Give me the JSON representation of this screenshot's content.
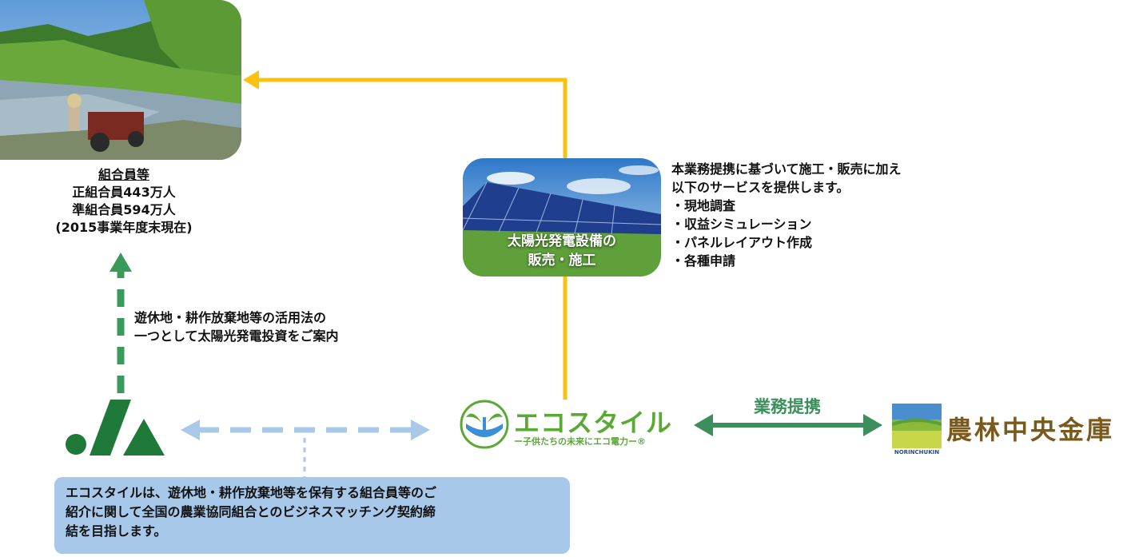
{
  "members": {
    "title": "組合員等",
    "line1": "正組合員443万人",
    "line2": "準組合員594万人",
    "line3": "(2015事業年度末現在)"
  },
  "solar": {
    "label_line1": "太陽光発電設備の",
    "label_line2": "販売・施工"
  },
  "services": {
    "intro_line1": "本業務提携に基づいて施工・販売に加え",
    "intro_line2": "以下のサービスを提供します。",
    "items": [
      "現地調査",
      "収益シミュレーション",
      "パネルレイアウト作成",
      "各種申請"
    ]
  },
  "guide": {
    "line1": "遊休地・耕作放棄地等の活用法の",
    "line2": "一つとして太陽光発電投資をご案内"
  },
  "ecostyle": {
    "name": "エコスタイル",
    "tagline": "ー子供たちの未来にエコ電力ー®"
  },
  "partnership": {
    "label": "業務提携"
  },
  "norinchukin": {
    "name": "農林中央金庫",
    "sub": "NORINCHUKIN"
  },
  "info": {
    "line1": "エコスタイルは、遊休地・耕作放棄地等を保有する組合員等のご",
    "line2": "紹介に関して全国の農業協同組合とのビジネスマッチング契約締",
    "line3": "結を目指します。"
  },
  "colors": {
    "solar_flow": "#f9c20f",
    "ja_flow": "#3a9a5b",
    "matching_flow": "#a9c9e8",
    "partner": "#3a8f5a",
    "info_box": "#a8c8ea"
  }
}
